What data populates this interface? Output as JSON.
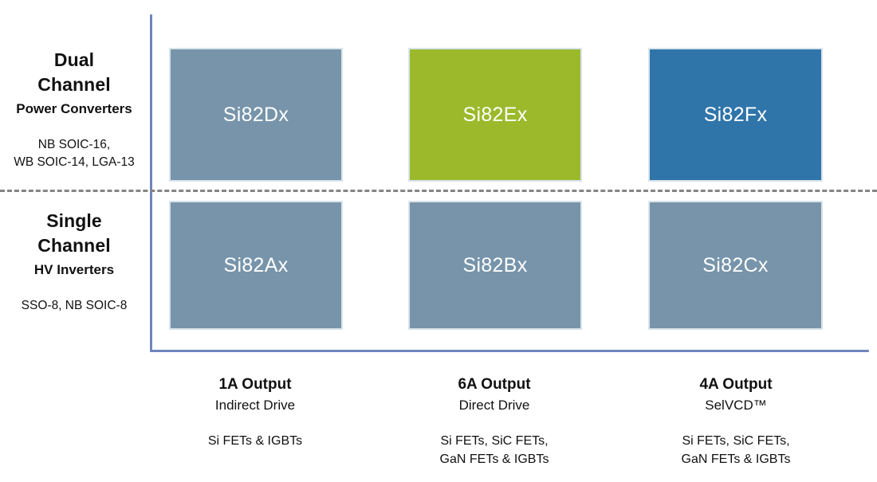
{
  "diagram": {
    "type": "product-matrix",
    "colors": {
      "axis": "#6f85bd",
      "divider": "#848484",
      "steel_blue": "#7794aa",
      "olive_green": "#9cb92b",
      "deep_blue": "#2f75aa",
      "box_border": "#d8e4ec",
      "box_text": "#ffffff",
      "label_text": "#111111",
      "background": "#ffffff"
    }
  },
  "rows": [
    {
      "id": "dual-channel",
      "title_line1": "Dual",
      "title_line2": "Channel",
      "subtitle": "Power Converters",
      "packages_line1": "NB SOIC-16,",
      "packages_line2": "WB SOIC-14, LGA-13"
    },
    {
      "id": "single-channel",
      "title_line1": "Single",
      "title_line2": "Channel",
      "subtitle": "HV Inverters",
      "packages_line1": "SSO-8, NB SOIC-8",
      "packages_line2": ""
    }
  ],
  "columns": [
    {
      "id": "1a-output",
      "title": "1A Output",
      "subtitle": "Indirect Drive",
      "devices_line1": "Si FETs & IGBTs",
      "devices_line2": ""
    },
    {
      "id": "6a-output",
      "title": "6A Output",
      "subtitle": "Direct Drive",
      "devices_line1": "Si FETs, SiC FETs,",
      "devices_line2": "GaN FETs & IGBTs"
    },
    {
      "id": "4a-output",
      "title": "4A Output",
      "subtitle": "SelVCD™",
      "devices_line1": "Si FETs, SiC FETs,",
      "devices_line2": "GaN FETs & IGBTs"
    }
  ],
  "cells": [
    {
      "id": "si82dx",
      "label": "Si82Dx",
      "row": "dual-channel",
      "column": "1a-output",
      "color": "#7794aa"
    },
    {
      "id": "si82ex",
      "label": "Si82Ex",
      "row": "dual-channel",
      "column": "6a-output",
      "color": "#9cb92b"
    },
    {
      "id": "si82fx",
      "label": "Si82Fx",
      "row": "dual-channel",
      "column": "4a-output",
      "color": "#2f75aa"
    },
    {
      "id": "si82ax",
      "label": "Si82Ax",
      "row": "single-channel",
      "column": "1a-output",
      "color": "#7794aa"
    },
    {
      "id": "si82bx",
      "label": "Si82Bx",
      "row": "single-channel",
      "column": "6a-output",
      "color": "#7794aa"
    },
    {
      "id": "si82cx",
      "label": "Si82Cx",
      "row": "single-channel",
      "column": "4a-output",
      "color": "#7794aa"
    }
  ]
}
